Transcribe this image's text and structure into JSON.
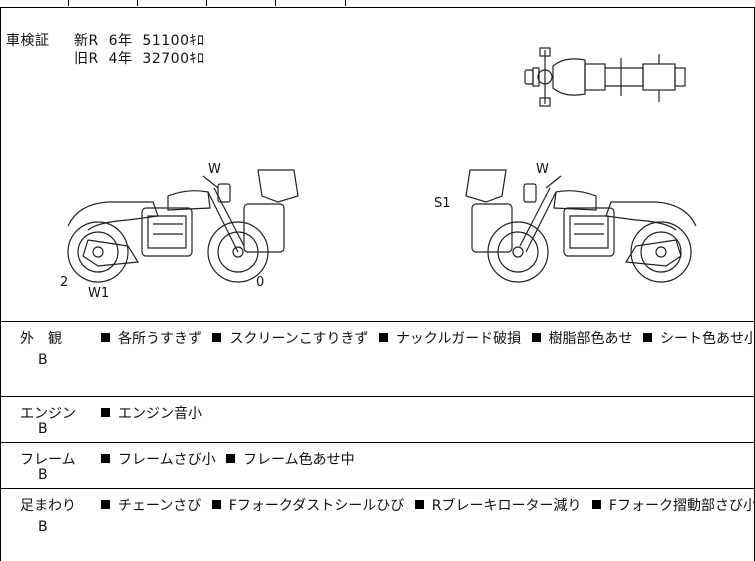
{
  "registration": {
    "label": "車検証",
    "new_line": "新R  6年  51100ｷﾛ",
    "old_line": "旧R  4年  32700ｷﾛ"
  },
  "marks": {
    "left_view": {
      "w_top": "W",
      "w1": "W1",
      "num_2": "2",
      "num_0": "0"
    },
    "right_view": {
      "w_top": "W",
      "s1": "S1"
    }
  },
  "sections": [
    {
      "label": "外　観",
      "grade": "B",
      "items": [
        "各所うすきず",
        "スクリーンこすりきず",
        "ナックルガード破損",
        "樹脂部色あせ",
        "シート色あせ小"
      ]
    },
    {
      "label": "エンジン",
      "grade": "B",
      "items": [
        "エンジン音小"
      ]
    },
    {
      "label": "フレーム",
      "grade": "B",
      "items": [
        "フレームさび小",
        "フレーム色あせ中"
      ]
    },
    {
      "label": "足まわり",
      "grade": "B",
      "items": [
        "チェーンさび",
        "Fフォークダストシールひび",
        "Rブレーキローター減り",
        "Fフォーク摺動部さび小"
      ]
    }
  ]
}
